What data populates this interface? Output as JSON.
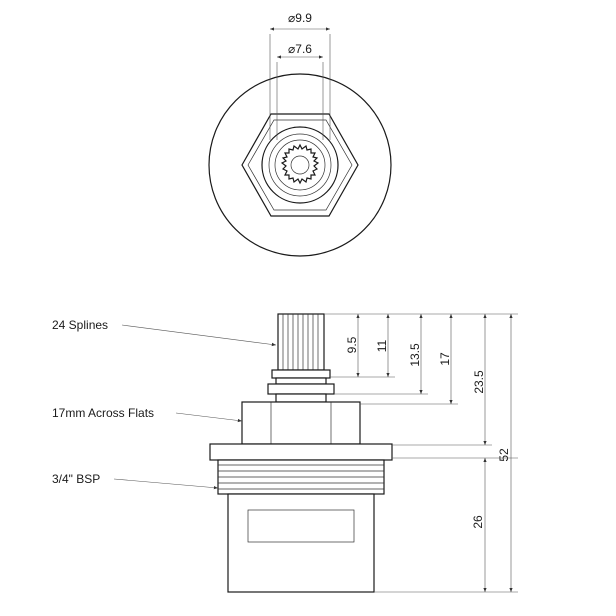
{
  "top_view": {
    "dim_outer": "⌀9.9",
    "dim_inner": "⌀7.6"
  },
  "side_view": {
    "labels": {
      "splines": "24 Splines",
      "flats": "17mm Across Flats",
      "thread": "3/4\" BSP"
    },
    "dims": {
      "d1": "9.5",
      "d2": "11",
      "d3": "13.5",
      "d4": "17",
      "d5": "23.5",
      "d6": "52",
      "d7": "26"
    }
  }
}
